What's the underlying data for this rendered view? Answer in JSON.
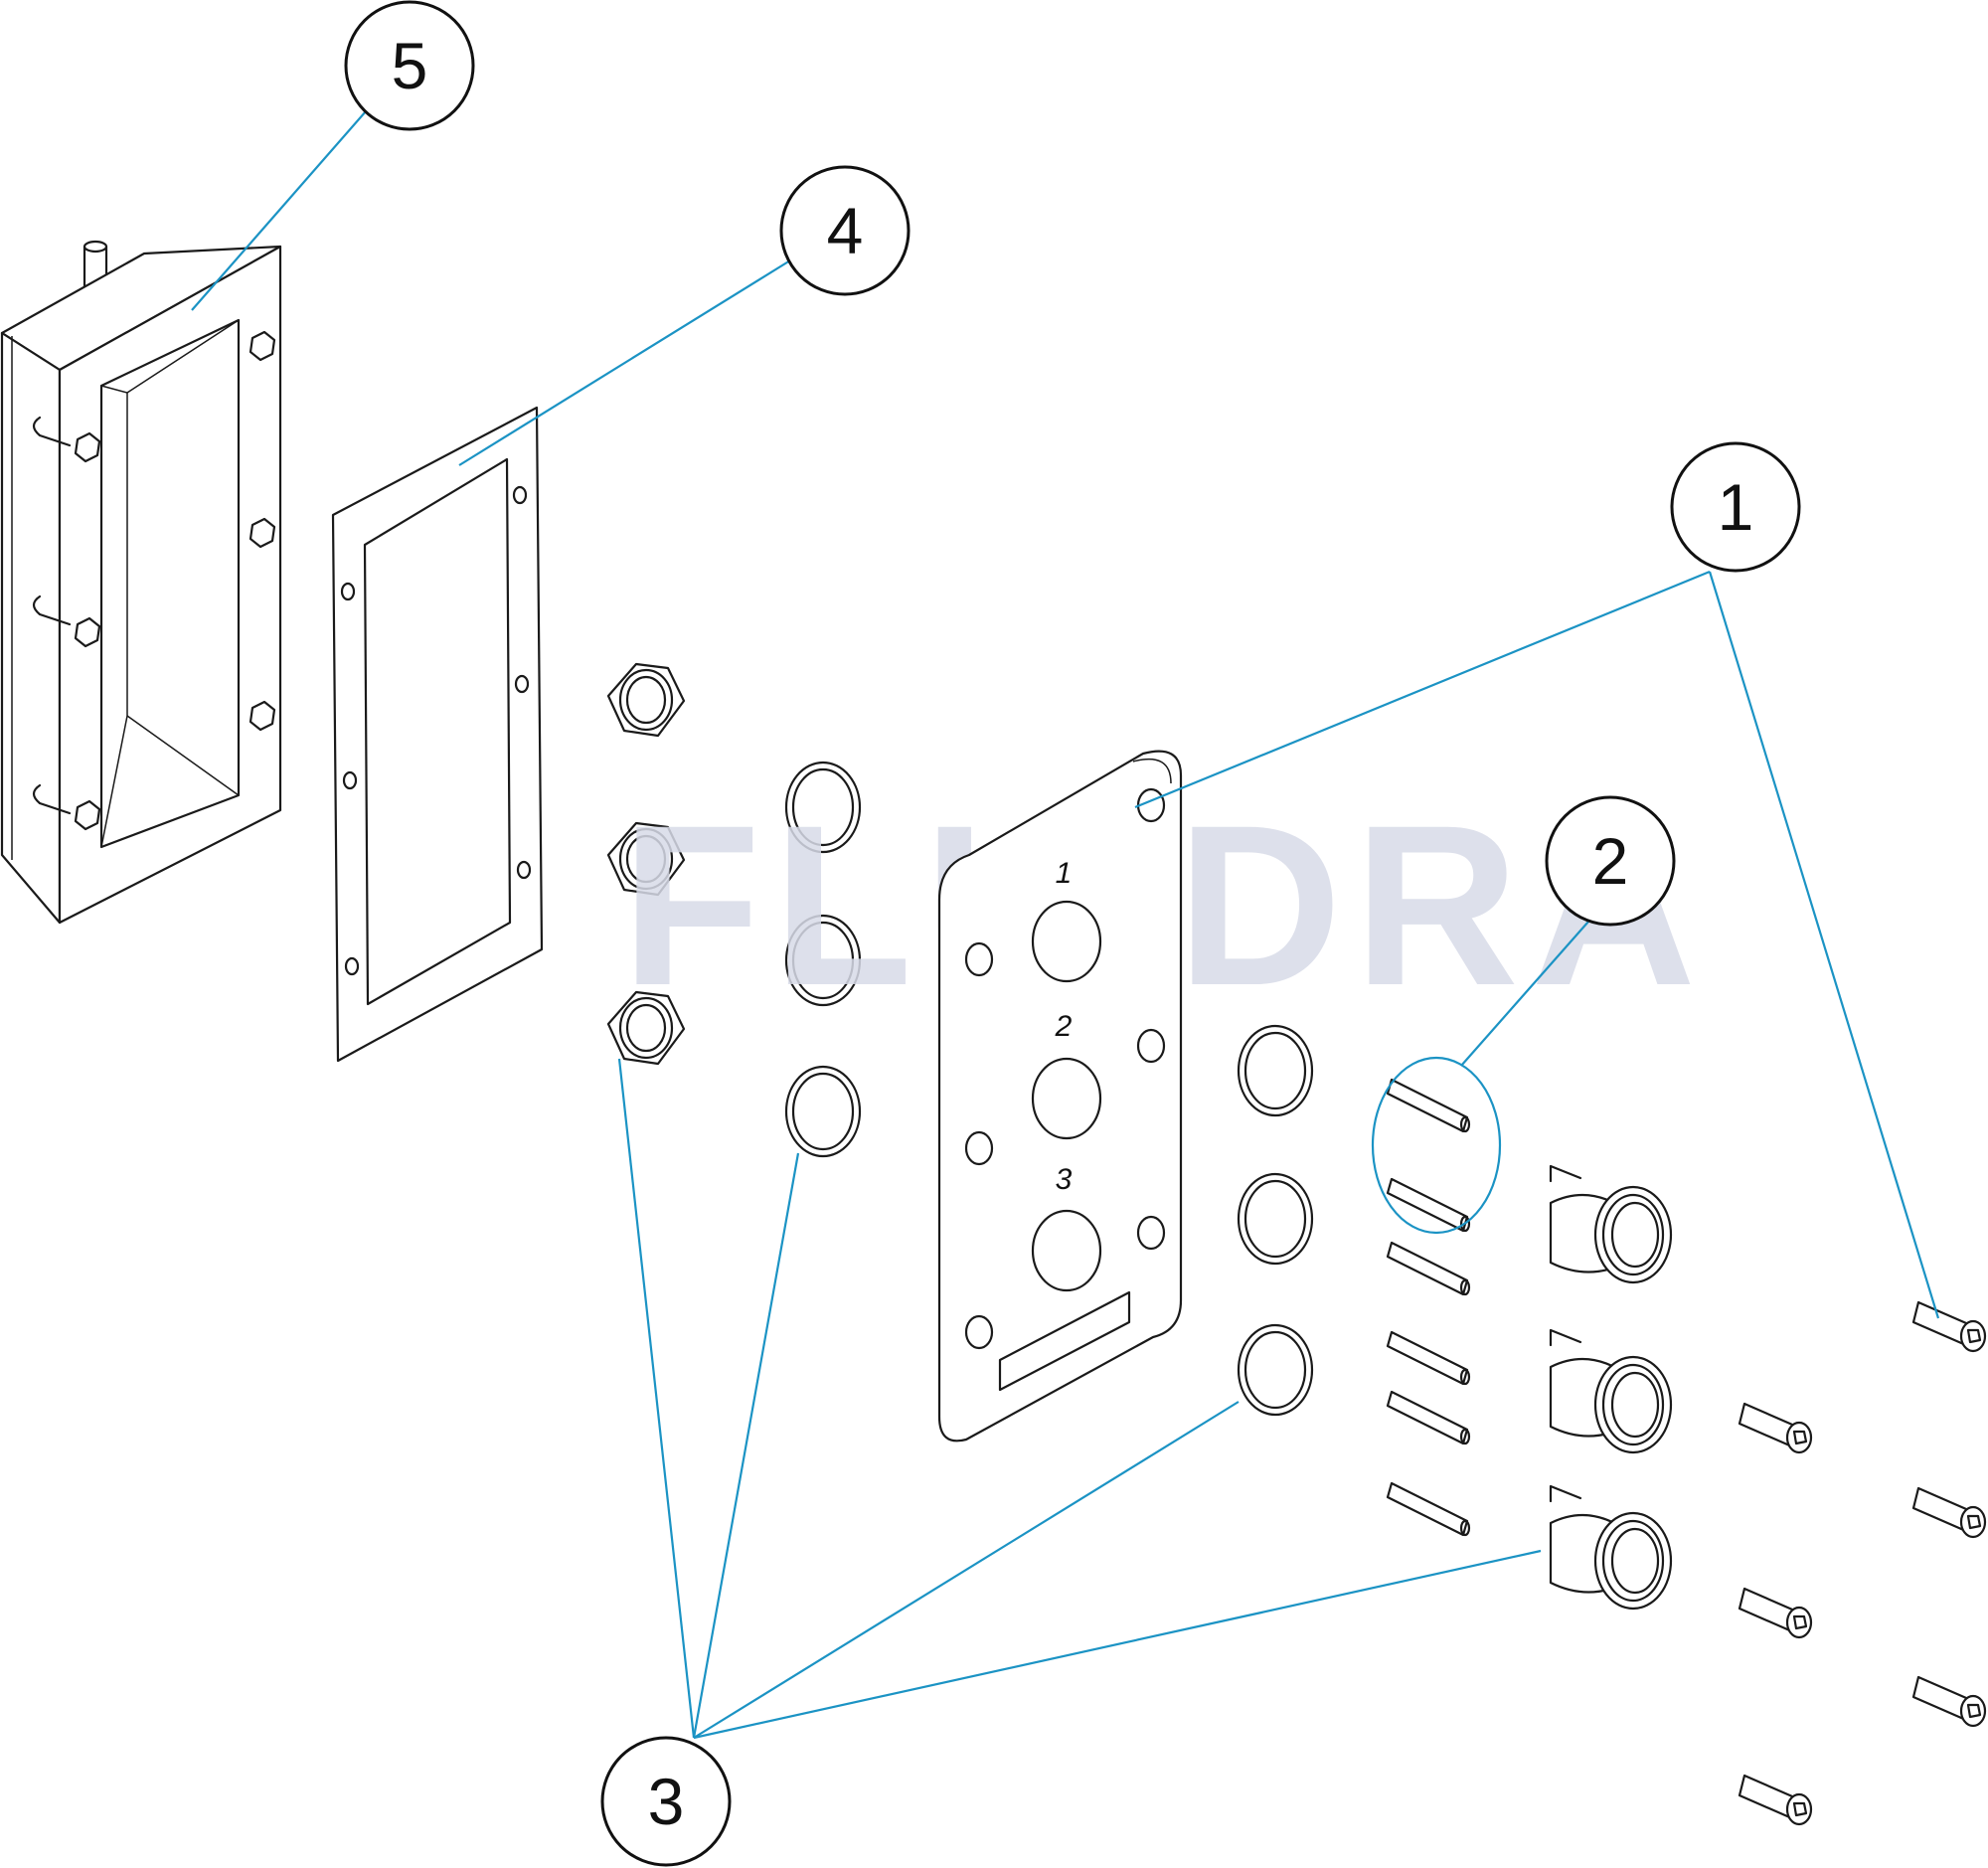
{
  "watermark": "FLUIDRA",
  "callouts": [
    {
      "id": "1",
      "label": "1"
    },
    {
      "id": "2",
      "label": "2"
    },
    {
      "id": "3",
      "label": "3"
    },
    {
      "id": "4",
      "label": "4"
    },
    {
      "id": "5",
      "label": "5"
    }
  ],
  "plate_labels": [
    "1",
    "2",
    "3"
  ],
  "colors": {
    "leader": "#1b93c4",
    "outline": "#1a1a1a",
    "watermark": "#d8dbe8"
  }
}
